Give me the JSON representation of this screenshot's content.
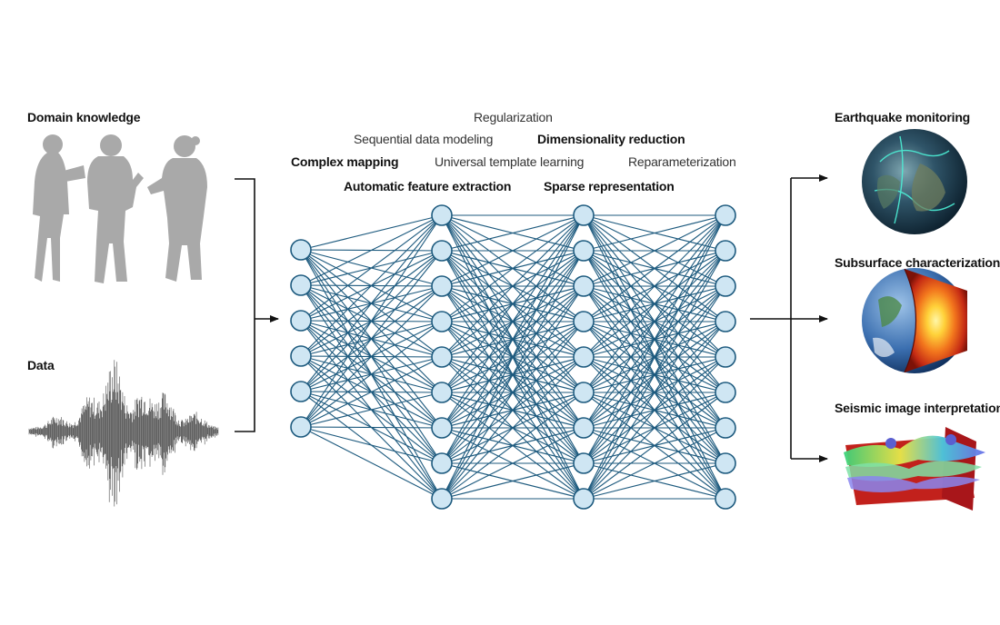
{
  "inputs": {
    "domain_knowledge": "Domain knowledge",
    "data": "Data"
  },
  "concepts": {
    "regularization": "Regularization",
    "sequential": "Sequential data modeling",
    "dimensionality": "Dimensionality reduction",
    "complex_mapping": "Complex mapping",
    "universal_template": "Universal template learning",
    "reparameterization": "Reparameterization",
    "automatic_feature": "Automatic feature extraction",
    "sparse": "Sparse representation"
  },
  "outputs": {
    "earthquake": "Earthquake monitoring",
    "subsurface": "Subsurface characterization",
    "seismic": "Seismic image interpretation"
  },
  "network": {
    "layer_sizes": [
      6,
      9,
      9,
      9
    ],
    "node_fill": "#cfe6f3",
    "node_stroke": "#1d5a7e",
    "edge_color": "#1d5a7e"
  },
  "colors": {
    "silhouette": "#a9a9a9",
    "waveform": "#111111",
    "arrow": "#111111"
  }
}
